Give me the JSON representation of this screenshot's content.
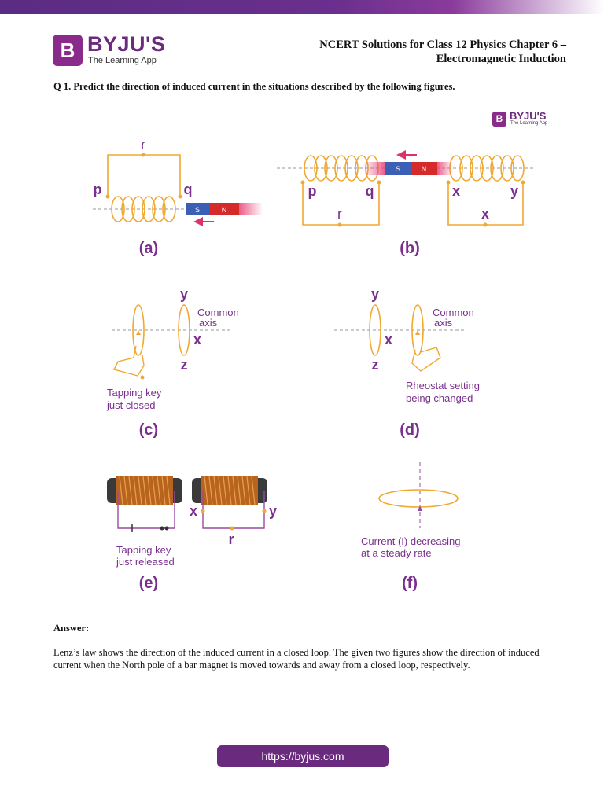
{
  "header": {
    "logo_letter": "B",
    "logo_word": "BYJU'S",
    "logo_tagline": "The Learning App",
    "title_line1": "NCERT Solutions for Class 12 Physics Chapter 6 –",
    "title_line2": "Electromagnetic Induction"
  },
  "question": "Q 1. Predict the direction of induced current in the situations described by the following figures.",
  "figure_logo": {
    "letter": "B",
    "word": "BYJU'S",
    "tagline": "The Learning App"
  },
  "figures": {
    "a": {
      "caption": "(a)",
      "labels": {
        "r": "r",
        "p": "p",
        "q": "q"
      },
      "magnet_s": "S",
      "magnet_n": "N"
    },
    "b": {
      "caption": "(b)",
      "labels": {
        "p": "p",
        "q": "q",
        "r": "r",
        "x1": "x",
        "y": "y",
        "x2": "x"
      },
      "magnet_s": "S",
      "magnet_n": "N"
    },
    "c": {
      "caption": "(c)",
      "labels": {
        "y": "y",
        "x": "x",
        "z": "z"
      },
      "axis_line1": "Common",
      "axis_line2": "axis",
      "note_line1": "Tapping key",
      "note_line2": "just closed"
    },
    "d": {
      "caption": "(d)",
      "labels": {
        "y": "y",
        "x": "x",
        "z": "z"
      },
      "axis_line1": "Common",
      "axis_line2": "axis",
      "note_line1": "Rheostat setting",
      "note_line2": "being changed"
    },
    "e": {
      "caption": "(e)",
      "labels": {
        "x": "x",
        "y": "y",
        "r": "r"
      },
      "note_line1": "Tapping key",
      "note_line2": "just released"
    },
    "f": {
      "caption": "(f)",
      "note_line1": "Current (I) decreasing",
      "note_line2": "at a steady rate"
    }
  },
  "answer": {
    "label": "Answer:",
    "text": "Lenz’s law shows the direction of the induced current in a closed loop. The given two figures show the direction of induced current when the North pole of a bar magnet is moved towards and away from a closed loop, respectively."
  },
  "footer": {
    "url": "https://byjus.com"
  },
  "colors": {
    "brand": "#6b2a7e",
    "coil": "#f0a830",
    "label": "#7a2f8e",
    "magnet_s": "#3a5fb5",
    "magnet_n": "#d42a2a",
    "arrow": "#e0306a"
  }
}
